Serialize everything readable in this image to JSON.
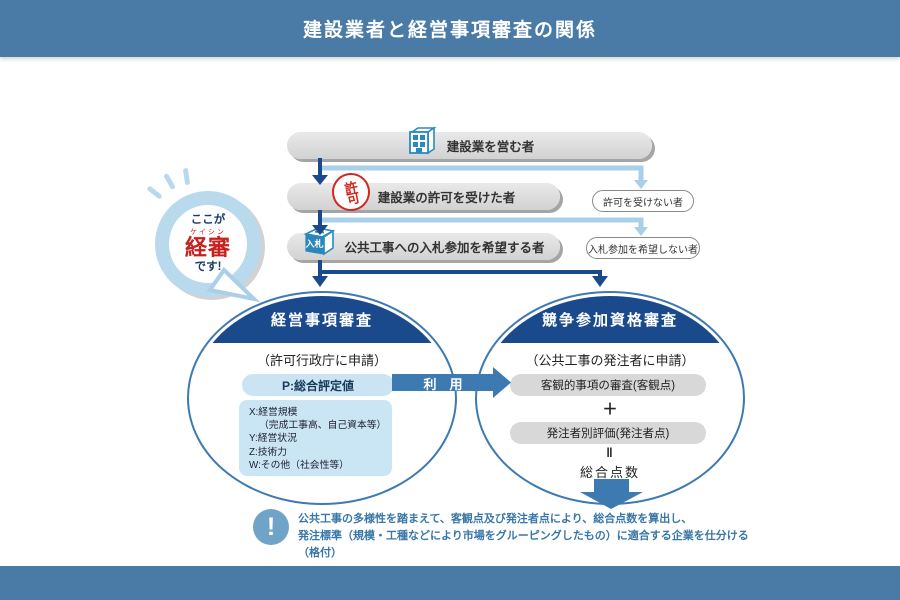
{
  "header": {
    "title": "建設業者と経営事項審査の関係"
  },
  "flow": {
    "step1": {
      "label": "建設業を営む者"
    },
    "step2": {
      "label": "建設業の許可を受けた者",
      "stamp_label": "許可",
      "reject_label": "許可を受けない者"
    },
    "step3": {
      "label": "公共工事への入札参加を希望する者",
      "box_label": "入札",
      "reject_label": "入札参加を希望しない者"
    }
  },
  "bubble": {
    "line1": "ここが",
    "furigana": "ケイシン",
    "keyword": "経審",
    "line2": "です!"
  },
  "left_ellipse": {
    "title": "経営事項審査",
    "subtitle": "（許可行政庁に申請）",
    "p_label": "P:総合評定値",
    "factors": [
      "X:経営規模",
      "（完成工事高、自己資本等）",
      "Y:経営状況",
      "Z:技術力",
      "W:その他（社会性等）"
    ]
  },
  "riyo_arrow": {
    "label": "利　用"
  },
  "right_ellipse": {
    "title": "競争参加資格審査",
    "subtitle": "（公共工事の発注者に申請）",
    "item1": "客観的事項の審査(客観点)",
    "plus": "＋",
    "equals": "‖",
    "item2": "発注者別評価(発注者点)",
    "total": "総合点数"
  },
  "note": {
    "icon": "exclamation-icon",
    "line1": "公共工事の多様性を踏まえて、客観点及び発注者点により、総合点数を算出し、",
    "line2": "発注標準（規模・工種などにより市場をグルーピングしたもの）に適合する企業を仕分ける（格付）"
  },
  "colors": {
    "header_blue": "#4a7ba6",
    "navy": "#1a4a8c",
    "medium_blue": "#3c7ab1",
    "light_blue": "#a9cfe9",
    "pale_blue": "#cae6f5",
    "pill_gray": "#d8d8d8",
    "stamp_red": "#d0281e",
    "keyword_red": "#c8201e",
    "note_blue": "#3977a8"
  }
}
